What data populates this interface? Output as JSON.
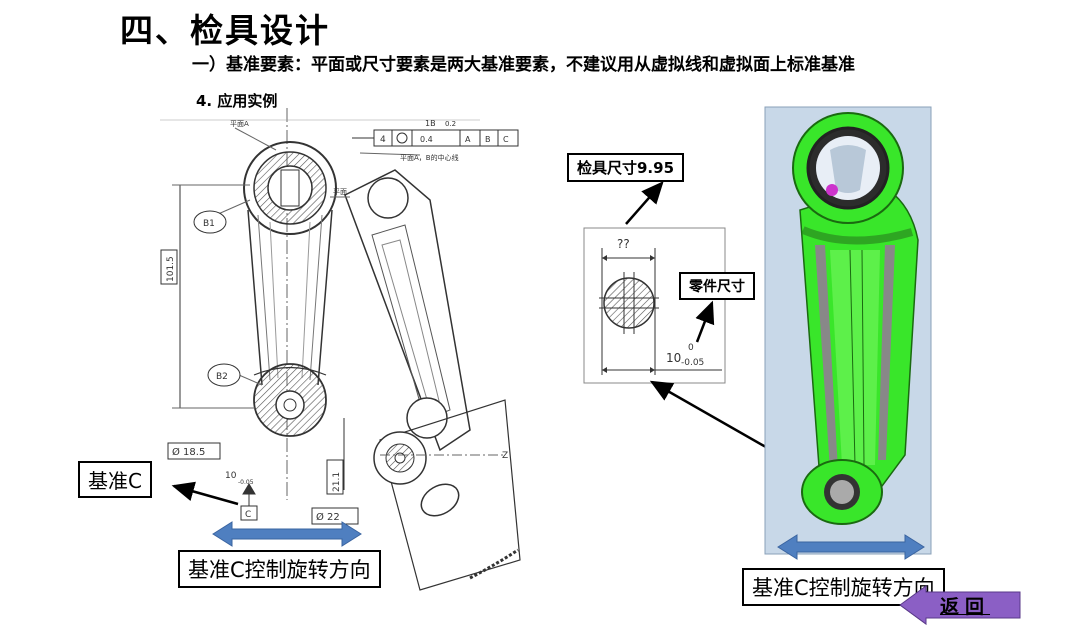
{
  "slide": {
    "title": "四、检具设计",
    "subtitle": "一）基准要素：平面或尺寸要素是两大基准要素，不建议用从虚拟线和虚拟面上标准基准",
    "section": "4. 应用实例"
  },
  "drawing": {
    "note_plane_a": "平面A",
    "note_b": "1B",
    "note_b_tol": "0.2",
    "fcf_num": "4",
    "fcf_tol": "0.4",
    "fcf_a": "A",
    "fcf_b": "B",
    "fcf_c": "C",
    "note_axis": "平面A，B的中心线",
    "note_plane": "平面",
    "b1": "B1",
    "b2": "B2",
    "dim_1015": "101.5",
    "dim_185": "Ø 18.5",
    "dim_10": "10",
    "dim_10_tol": "-0.05",
    "datum_c_small": "C",
    "dim_211": "21.1",
    "dim_22": "Ø 22",
    "axis_z": "Z"
  },
  "callouts": {
    "datum_c": "基准C",
    "rotation_left": "基准C控制旋转方向",
    "rotation_right": "基准C控制旋转方向",
    "gauge_size": "检具尺寸9.95",
    "part_size": "零件尺寸"
  },
  "detail": {
    "qq": "??",
    "dim_main": "10",
    "dim_sup": "0",
    "dim_sub": "-0.05"
  },
  "nav": {
    "back_label": "返回"
  },
  "colors": {
    "arrow_blue": "#4f7fc0",
    "model_green": "#39e62a",
    "model_bg": "#c8d8e8",
    "back_purple": "#8b5fc5"
  }
}
